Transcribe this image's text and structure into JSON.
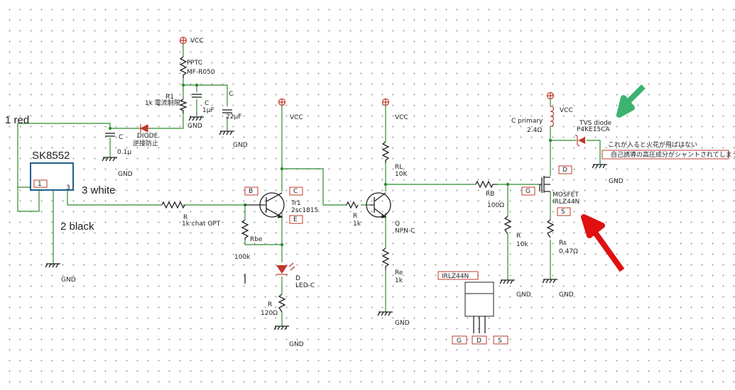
{
  "colors": {
    "wire": "#2e8b2e",
    "component": "#222222",
    "junction": "#2e8b2e",
    "green_arrow": "#3cb371",
    "red_arrow": "#e01010"
  },
  "labels": {
    "vcc": "VCC",
    "gnd": "GND",
    "pptc": "PPTC",
    "pptc_part": "MF-R050",
    "r1": "R1",
    "r1_val": "1k 電流制限",
    "c1": "C",
    "c1_val": "1μF",
    "c2": "C",
    "c2_val": "22μF",
    "diode": "DIODE",
    "diode_note": "逆接防止",
    "c3": "C",
    "c3_val": "0.1μ",
    "sk": "SK8552",
    "pin1": "1",
    "pin3": "3",
    "red": "1 red",
    "white": "3  white",
    "black": "2 black",
    "r_in": "R",
    "r_in_val": "1k  chat GPT",
    "rbe": "Rbe",
    "rbe_val": "100k",
    "tr1": "Tr1",
    "tr1_part": "2sc1815",
    "pin_b": "B",
    "pin_c": "C",
    "pin_e": "E",
    "led": "D",
    "led_val": "LED-C",
    "r_led": "R",
    "r_led_val": "120Ω",
    "r_q": "R",
    "r_q_val": "1k",
    "rl": "RL",
    "rl_val": "10K",
    "q": "Q",
    "q_part": "NPN-C",
    "re": "Re",
    "re_val": "1k",
    "rb": "RB",
    "rb_val": "100Ω",
    "r10k": "R",
    "r10k_val": "10k",
    "pin_g": "G",
    "pin_d": "D",
    "pin_s": "S",
    "mosfet": "MOSFET",
    "mosfet_part": "IRLZ44N",
    "rs": "Rs",
    "rs_val": "0.47Ω",
    "cprim": "C primary",
    "cprim_val": "2.4Ω",
    "tvs": "TVS diode",
    "tvs_part": "P4KE15CA",
    "note1": "これが入ると火花が飛ばはない",
    "note2": "自己誘導の高圧成分がシャントされてしまう",
    "pkg": "IRLZ44N",
    "pkg_g": "G",
    "pkg_d": "D",
    "pkg_s": "S"
  }
}
